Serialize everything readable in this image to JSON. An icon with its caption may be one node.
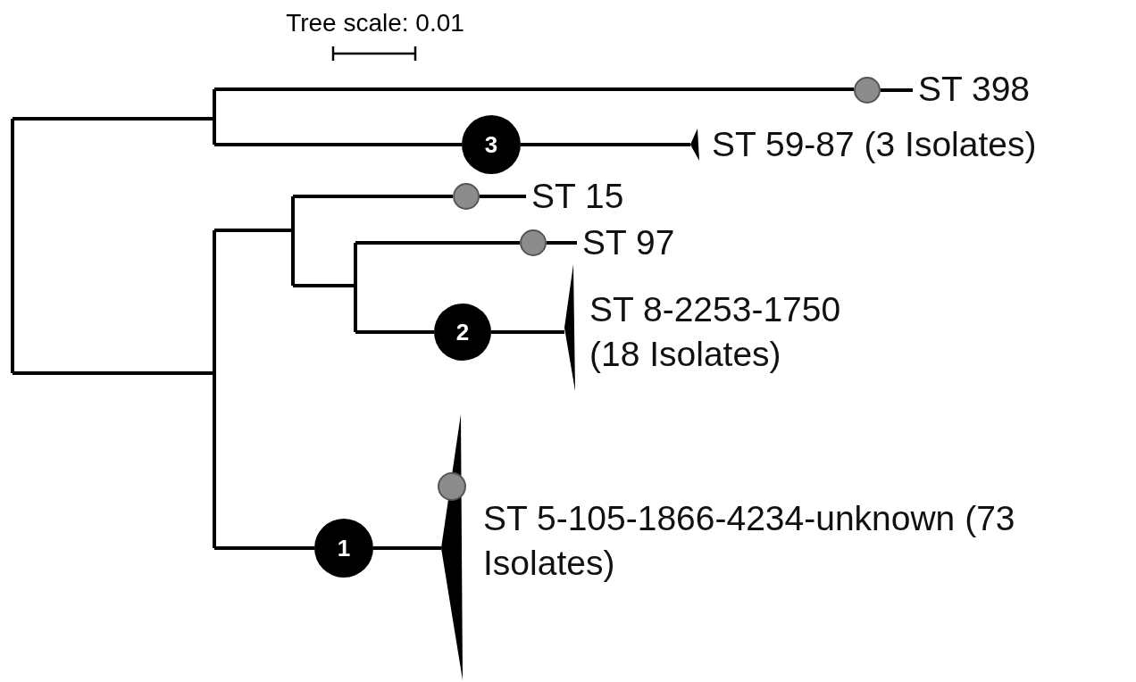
{
  "diagram": {
    "nodes": [
      {
        "text": [],
        "shape": "circle"
      },
      {
        "text": [
          "ST 398"
        ]
      },
      {
        "text": [
          "3"
        ]
      },
      {
        "text": [],
        "shape": "triangle"
      },
      {
        "text": [
          "ST 59-87 (3 Isolates)"
        ]
      },
      {
        "text": [],
        "shape": "circle"
      },
      {
        "text": [
          "ST 15"
        ]
      },
      {
        "text": [],
        "shape": "circle"
      },
      {
        "text": [
          "ST 97"
        ]
      },
      {
        "text": [
          "2"
        ]
      },
      {
        "text": [],
        "shape": "triangle"
      },
      {
        "text": [
          "ST 8-2253-1750 (18 Isolates)"
        ]
      },
      {
        "text": [],
        "shape": "circle"
      },
      {
        "text": [
          "1"
        ]
      },
      {
        "text": [],
        "shape": "triangle"
      },
      {
        "text": [
          "ST 5-105-1866-4234-unknown (73 Isolates)"
        ]
      }
    ],
    "edges": [
      {
        "from": 0,
        "to": 1,
        "arrow": "none"
      },
      {
        "from": 2,
        "to": 3,
        "arrow": "none"
      },
      {
        "from": 5,
        "to": 6,
        "arrow": "none"
      },
      {
        "from": 7,
        "to": 8,
        "arrow": "none"
      },
      {
        "from": 9,
        "to": 10,
        "arrow": "none"
      },
      {
        "from": 13,
        "to": 14,
        "arrow": "none"
      }
    ],
    "labels": [
      "Tree scale: 0.01"
    ]
  }
}
